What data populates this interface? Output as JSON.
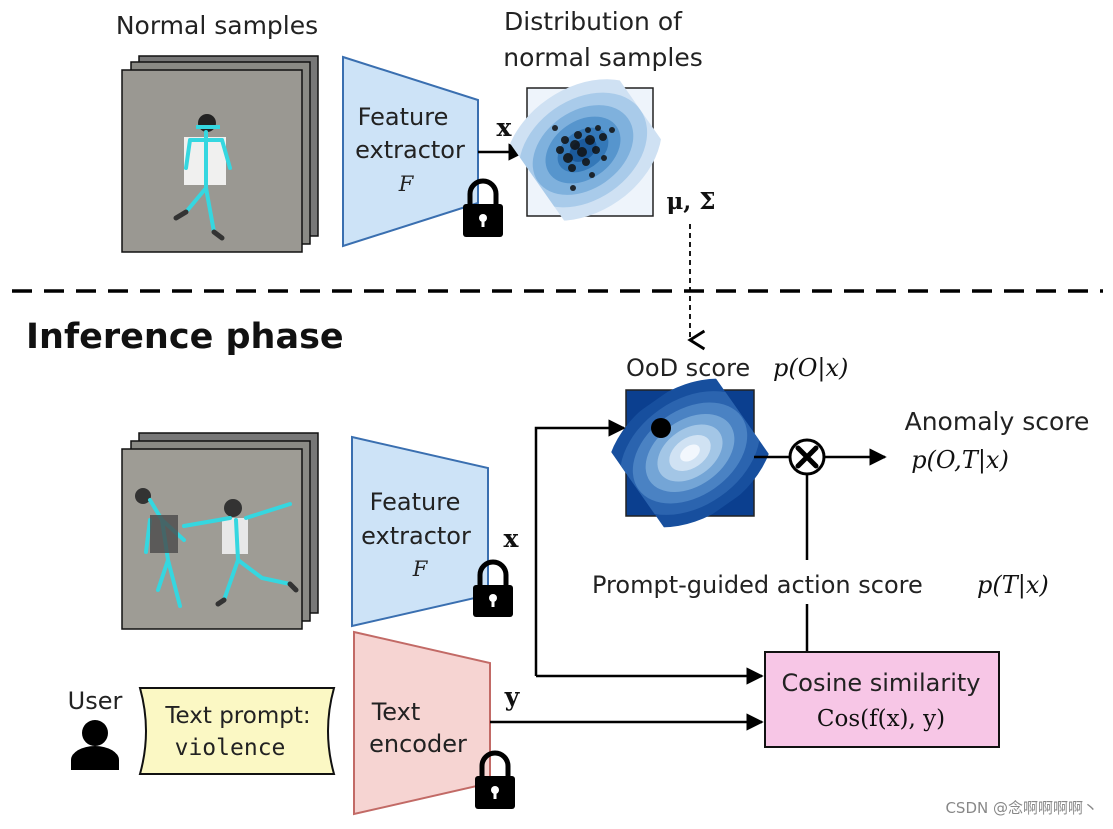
{
  "training": {
    "samples_label": "Normal samples",
    "distribution_label_line1": "Distribution of",
    "distribution_label_line2": "normal samples",
    "extractor_line1": "Feature",
    "extractor_line2": "extractor",
    "extractor_symbol": "F",
    "x_label": "x",
    "params_label": "μ, Σ"
  },
  "inference": {
    "phase_title": "Inference phase",
    "ood_label": "OoD score",
    "ood_formula": "p(O|x)",
    "anomaly_label": "Anomaly score",
    "anomaly_formula": "p(O,T|x)",
    "extractor_line1": "Feature",
    "extractor_line2": "extractor",
    "extractor_symbol": "F",
    "x_label": "x",
    "y_label": "y",
    "encoder_line1": "Text",
    "encoder_line2": "encoder",
    "action_label": "Prompt-guided action score",
    "action_formula": "p(T|x)",
    "cosine_line1": "Cosine similarity",
    "cosine_line2": "Cos(f(x), y)",
    "user_label": "User",
    "prompt_line1": "Text prompt:",
    "prompt_line2": "violence"
  },
  "watermark": "CSDN @念啊啊啊啊丶",
  "colors": {
    "extractor_fill": "#cde3f7",
    "encoder_fill": "#f6d4d2",
    "cosine_fill": "#f7c6e6",
    "prompt_fill": "#fbf8c4",
    "gauss_outer": "#0b3f8f",
    "gauss_inner": "#f2f7fd"
  }
}
